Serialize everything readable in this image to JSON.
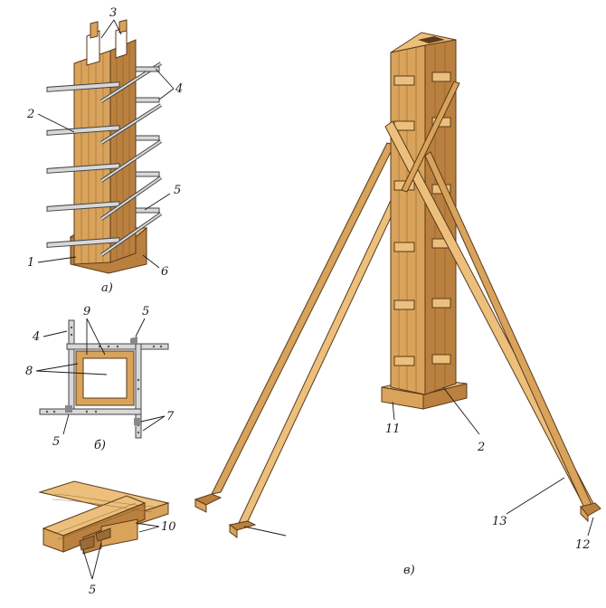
{
  "figure_a": {
    "caption": "а)",
    "callouts": {
      "c3": "3",
      "c4": "4",
      "c2": "2",
      "c5": "5",
      "c1": "1",
      "c6": "6"
    }
  },
  "figure_b": {
    "caption": "б)",
    "callouts": {
      "c9": "9",
      "c5top": "5",
      "c4": "4",
      "c8": "8",
      "c5bot": "5",
      "c7": "7"
    }
  },
  "figure_detail": {
    "callouts": {
      "c10": "10",
      "c5": "5"
    }
  },
  "figure_v": {
    "caption": "в)",
    "callouts": {
      "c11": "11",
      "c2": "2",
      "c13": "13",
      "c12": "12"
    }
  },
  "colors": {
    "wood": "#d9a35b",
    "wood_dark": "#b9803f",
    "steel": "#d8d8d8",
    "ink": "#1a1a1a"
  }
}
